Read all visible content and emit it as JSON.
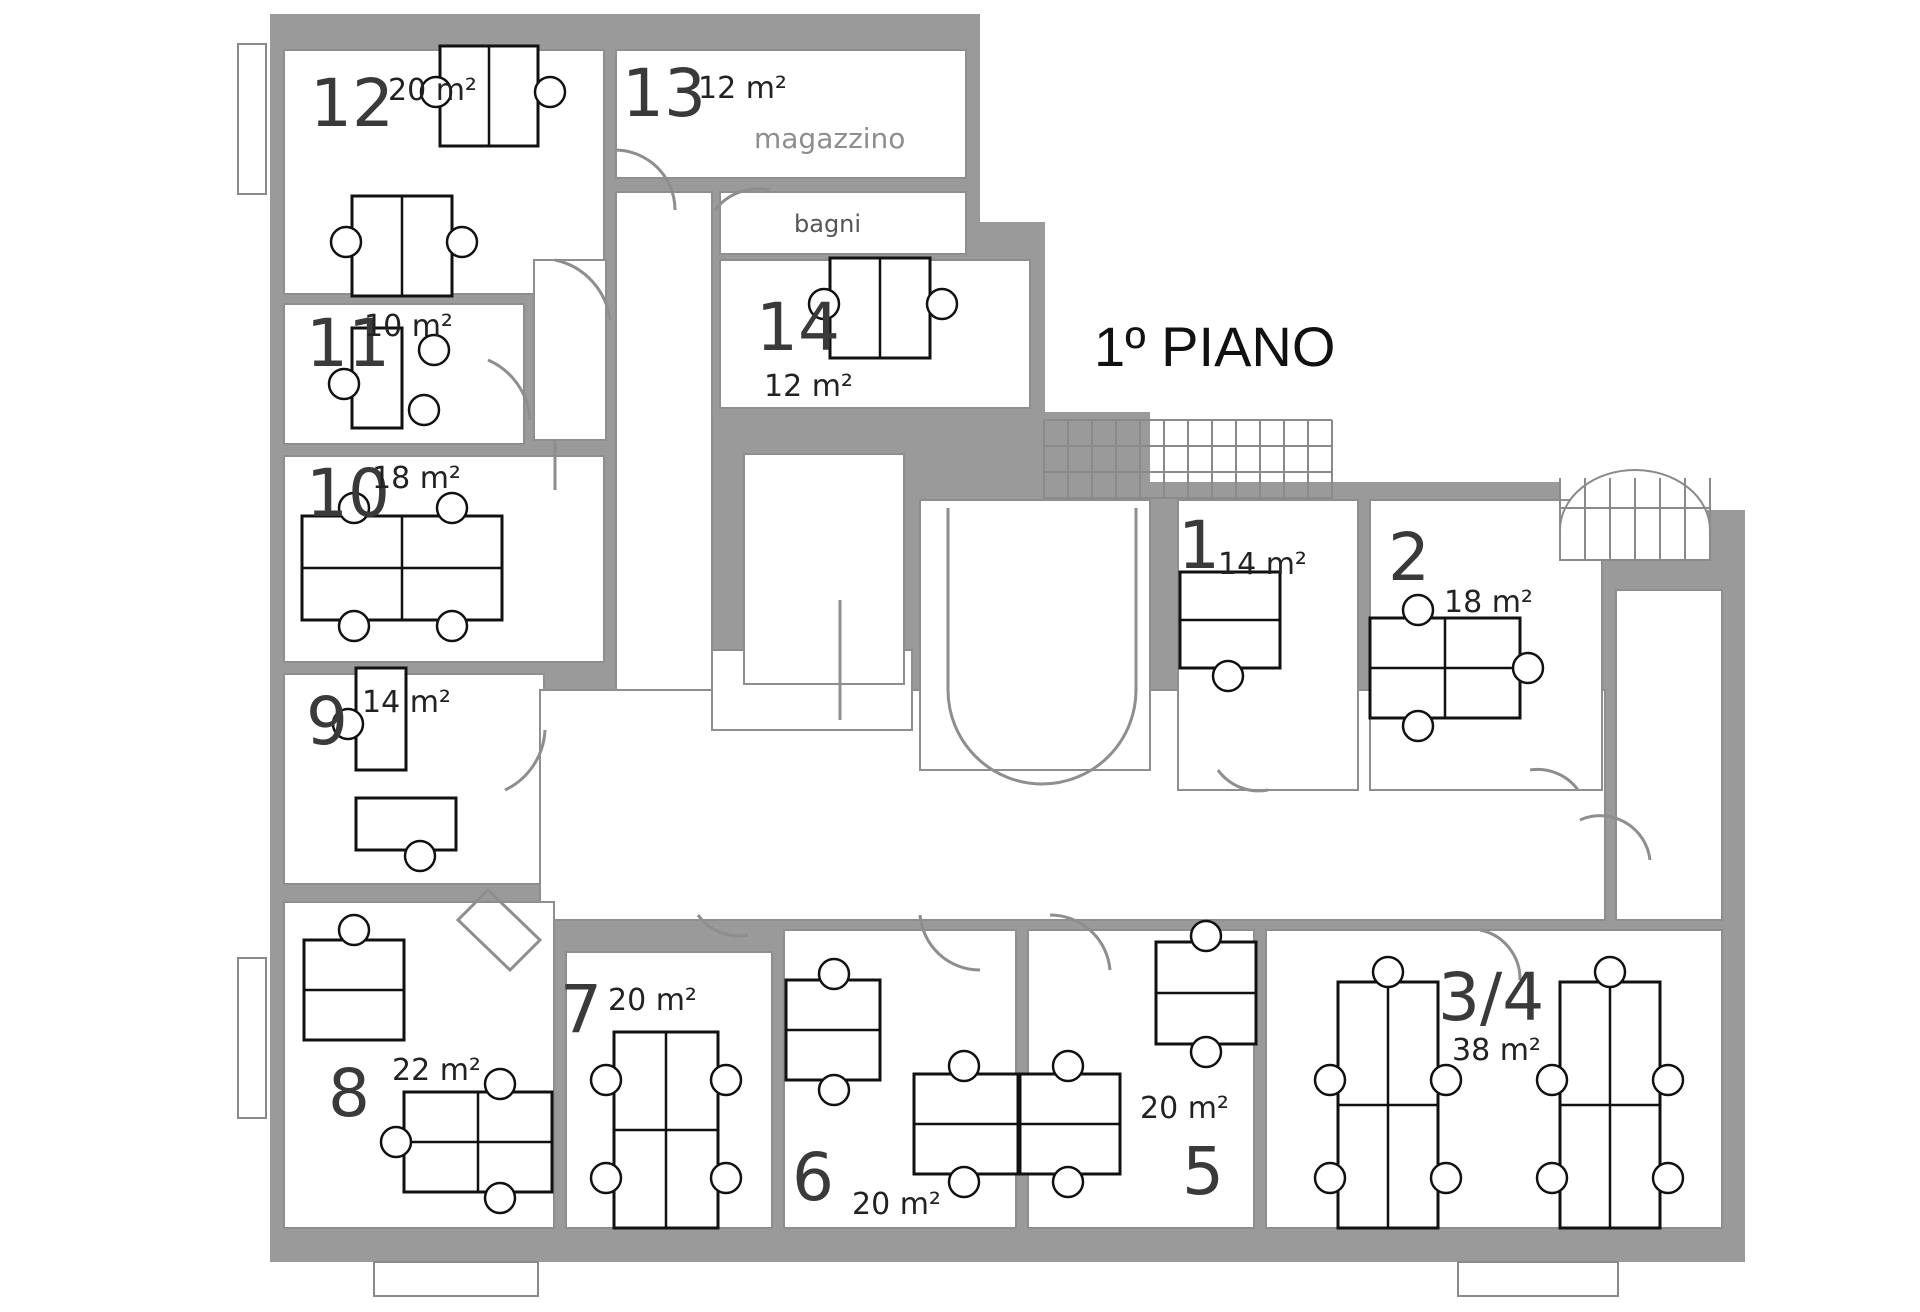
{
  "floor_label": "1º PIANO",
  "rooms": [
    {
      "num": "12",
      "area": "20 m²"
    },
    {
      "num": "13",
      "area": "12 m²",
      "label": "magazzino"
    },
    {
      "label": "bagni"
    },
    {
      "num": "14",
      "area": "12 m²"
    },
    {
      "num": "11",
      "area": "10 m²"
    },
    {
      "num": "10",
      "area": "18 m²"
    },
    {
      "num": "9",
      "area": "14 m²"
    },
    {
      "num": "8",
      "area": "22 m²"
    },
    {
      "num": "7",
      "area": "20 m²"
    },
    {
      "num": "6",
      "area": "20 m²"
    },
    {
      "num": "5",
      "area": "20 m²"
    },
    {
      "num": "3/4",
      "area": "38 m²"
    },
    {
      "num": "1",
      "area": "14 m²"
    },
    {
      "num": "2",
      "area": "18 m²"
    }
  ],
  "colors": {
    "wall": "#9a9a9a",
    "furniture": "#111111",
    "text": "#3a3a3a"
  }
}
